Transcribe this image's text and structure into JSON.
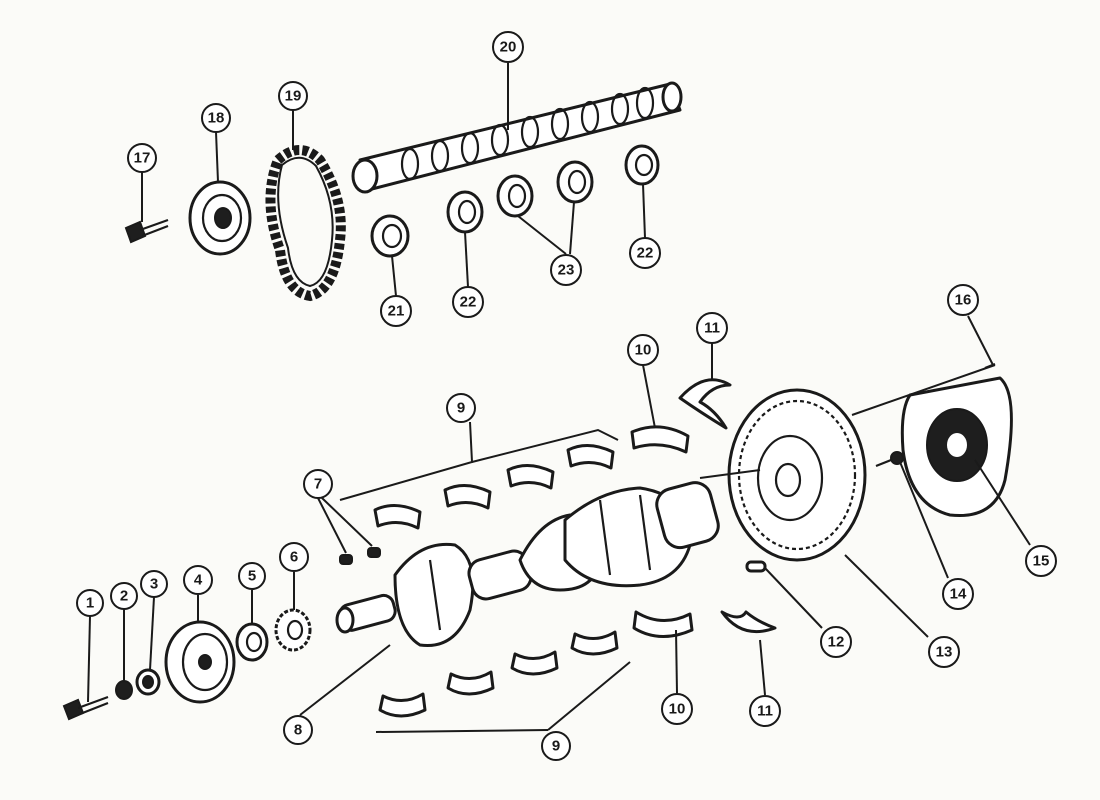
{
  "callouts": {
    "c1": "1",
    "c2": "2",
    "c3": "3",
    "c4": "4",
    "c5": "5",
    "c6": "6",
    "c7": "7",
    "c8": "8",
    "c9a": "9",
    "c9b": "9",
    "c10a": "10",
    "c10b": "10",
    "c11a": "11",
    "c11b": "11",
    "c12": "12",
    "c13": "13",
    "c14": "14",
    "c15": "15",
    "c16": "16",
    "c17": "17",
    "c18": "18",
    "c19": "19",
    "c20": "20",
    "c21": "21",
    "c22a": "22",
    "c22b": "22",
    "c23": "23"
  },
  "colors": {
    "ink": "#1a1a1a",
    "paper": "#fbfbf8"
  }
}
